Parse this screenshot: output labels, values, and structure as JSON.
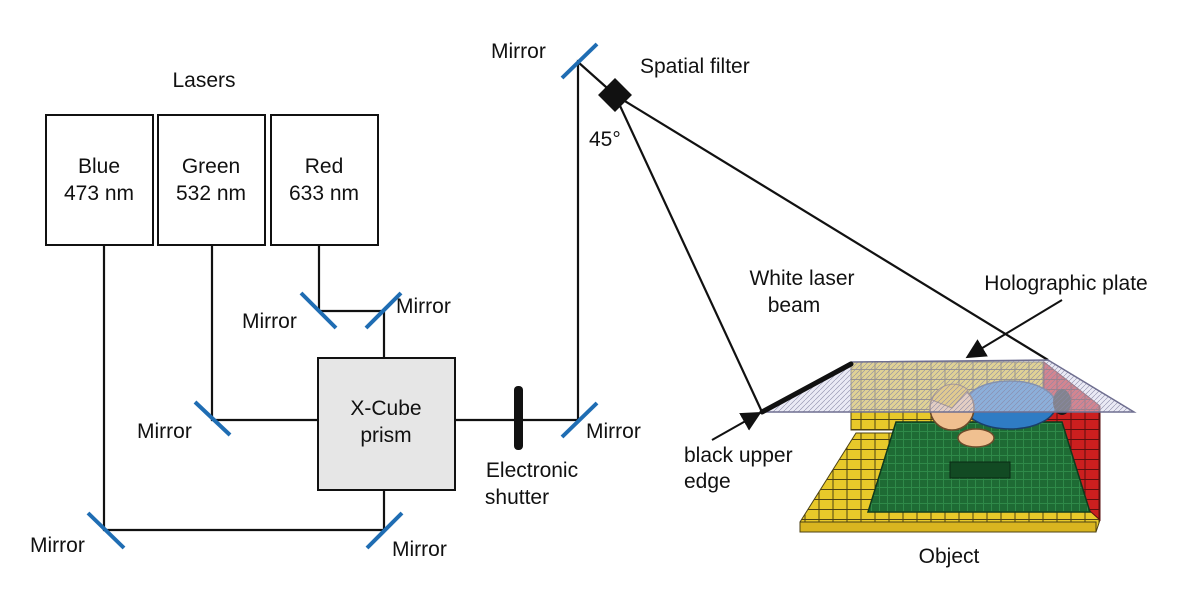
{
  "colors": {
    "mirror": "#1f6db3",
    "prism_fill": "#e6e6e6",
    "wall_left": "#e8c92a",
    "wall_right": "#cc1f1f",
    "board": "#1e6b34",
    "floor": "#e8c92a",
    "plate": "#c9c9e0"
  },
  "lasers_title": "Lasers",
  "lasers": [
    {
      "name": "Blue",
      "wavelength": "473 nm"
    },
    {
      "name": "Green",
      "wavelength": "532 nm"
    },
    {
      "name": "Red",
      "wavelength": "633 nm"
    }
  ],
  "mirror_label": "Mirror",
  "prism": {
    "line1": "X-Cube",
    "line2": "prism"
  },
  "shutter": {
    "line1": "Electronic",
    "line2": "shutter"
  },
  "spatial_filter": "Spatial filter",
  "angle": "45°",
  "white_beam": {
    "line1": "White laser",
    "line2": "beam"
  },
  "holographic_plate": "Holographic plate",
  "black_edge": {
    "line1": "black upper",
    "line2": "edge"
  },
  "object": "Object"
}
